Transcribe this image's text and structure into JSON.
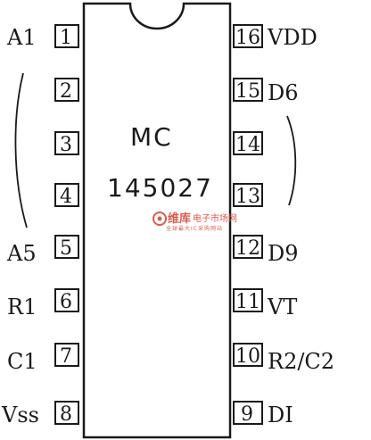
{
  "chip": {
    "line1": "MC",
    "line2": "145027"
  },
  "left_pins": [
    {
      "num": "1",
      "label": "A1"
    },
    {
      "num": "2",
      "label": ""
    },
    {
      "num": "3",
      "label": ""
    },
    {
      "num": "4",
      "label": ""
    },
    {
      "num": "5",
      "label": "A5"
    },
    {
      "num": "6",
      "label": "R1"
    },
    {
      "num": "7",
      "label": "C1"
    },
    {
      "num": "8",
      "label": "Vss"
    }
  ],
  "right_pins": [
    {
      "num": "16",
      "label": "VDD"
    },
    {
      "num": "15",
      "label": "D6"
    },
    {
      "num": "14",
      "label": ""
    },
    {
      "num": "13",
      "label": ""
    },
    {
      "num": "12",
      "label": "D9"
    },
    {
      "num": "11",
      "label": "VT"
    },
    {
      "num": "10",
      "label": "R2/C2"
    },
    {
      "num": "9",
      "label": "DI"
    }
  ],
  "watermark": {
    "brand": "维库",
    "name": "电子市场网",
    "sub": "全球最大IC采购网站"
  }
}
